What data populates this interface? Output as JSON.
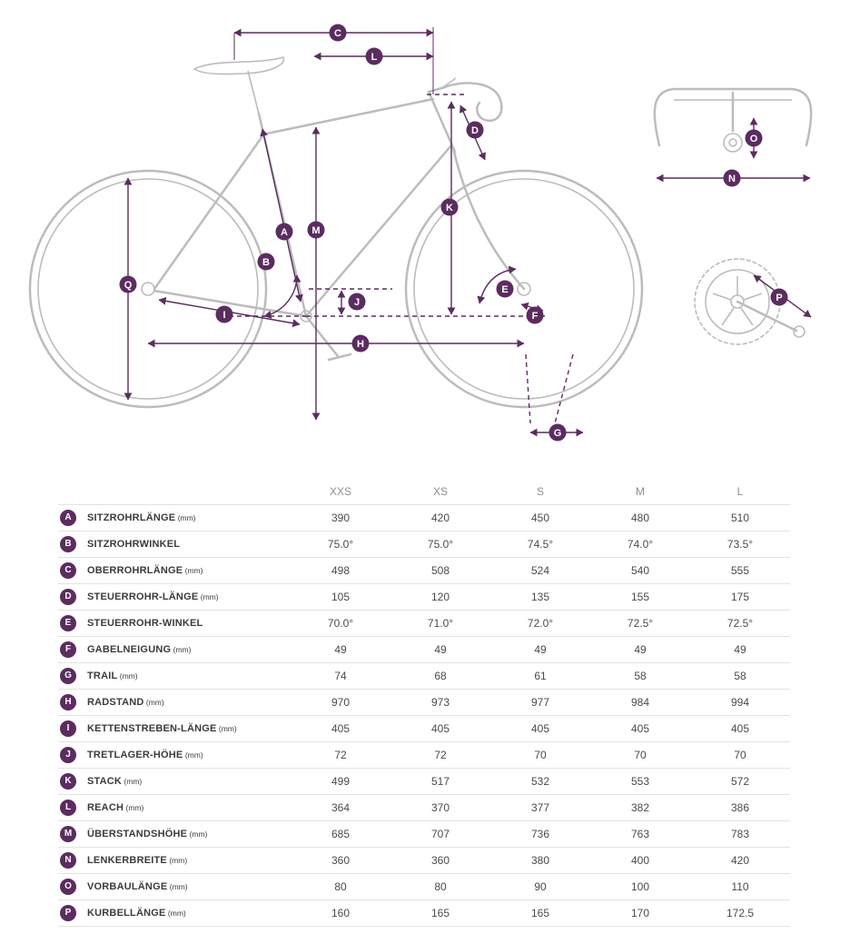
{
  "colors": {
    "accent": "#5b2c5f",
    "bike_outline": "#bcbcbc",
    "table_border": "#e3e3e3",
    "header_text": "#8f8f8f"
  },
  "diagram": {
    "letters": {
      "a": "A",
      "b": "B",
      "c": "C",
      "d": "D",
      "e": "E",
      "f": "F",
      "g": "G",
      "h": "H",
      "i": "I",
      "j": "J",
      "k": "K",
      "l": "L",
      "m": "M",
      "n": "N",
      "o": "O",
      "p": "P",
      "q": "Q"
    }
  },
  "table": {
    "columns": [
      "XXS",
      "XS",
      "S",
      "M",
      "L"
    ],
    "rows": [
      {
        "letter": "A",
        "name": "SITZROHRLÄNGE",
        "unit": "(mm)",
        "values": [
          "390",
          "420",
          "450",
          "480",
          "510"
        ]
      },
      {
        "letter": "B",
        "name": "SITZROHRWINKEL",
        "unit": "",
        "values": [
          "75.0°",
          "75.0°",
          "74.5°",
          "74.0°",
          "73.5°"
        ]
      },
      {
        "letter": "C",
        "name": "OBERROHRLÄNGE",
        "unit": "(mm)",
        "values": [
          "498",
          "508",
          "524",
          "540",
          "555"
        ]
      },
      {
        "letter": "D",
        "name": "STEUERROHR-LÄNGE",
        "unit": "(mm)",
        "values": [
          "105",
          "120",
          "135",
          "155",
          "175"
        ]
      },
      {
        "letter": "E",
        "name": "STEUERROHR-WINKEL",
        "unit": "",
        "values": [
          "70.0°",
          "71.0°",
          "72.0°",
          "72.5°",
          "72.5°"
        ]
      },
      {
        "letter": "F",
        "name": "GABELNEIGUNG",
        "unit": "(mm)",
        "values": [
          "49",
          "49",
          "49",
          "49",
          "49"
        ]
      },
      {
        "letter": "G",
        "name": "TRAIL",
        "unit": "(mm)",
        "values": [
          "74",
          "68",
          "61",
          "58",
          "58"
        ]
      },
      {
        "letter": "H",
        "name": "RADSTAND",
        "unit": "(mm)",
        "values": [
          "970",
          "973",
          "977",
          "984",
          "994"
        ]
      },
      {
        "letter": "I",
        "name": "KETTENSTREBEN-LÄNGE",
        "unit": "(mm)",
        "values": [
          "405",
          "405",
          "405",
          "405",
          "405"
        ]
      },
      {
        "letter": "J",
        "name": "TRETLAGER-HÖHE",
        "unit": "(mm)",
        "values": [
          "72",
          "72",
          "70",
          "70",
          "70"
        ]
      },
      {
        "letter": "K",
        "name": "STACK",
        "unit": "(mm)",
        "values": [
          "499",
          "517",
          "532",
          "553",
          "572"
        ]
      },
      {
        "letter": "L",
        "name": "REACH",
        "unit": "(mm)",
        "values": [
          "364",
          "370",
          "377",
          "382",
          "386"
        ]
      },
      {
        "letter": "M",
        "name": "ÜBERSTANDSHÖHE",
        "unit": "(mm)",
        "values": [
          "685",
          "707",
          "736",
          "763",
          "783"
        ]
      },
      {
        "letter": "N",
        "name": "LENKERBREITE",
        "unit": "(mm)",
        "values": [
          "360",
          "360",
          "380",
          "400",
          "420"
        ]
      },
      {
        "letter": "O",
        "name": "VORBAULÄNGE",
        "unit": "(mm)",
        "values": [
          "80",
          "80",
          "90",
          "100",
          "110"
        ]
      },
      {
        "letter": "P",
        "name": "KURBELLÄNGE",
        "unit": "(mm)",
        "values": [
          "160",
          "165",
          "165",
          "170",
          "172.5"
        ]
      }
    ]
  }
}
